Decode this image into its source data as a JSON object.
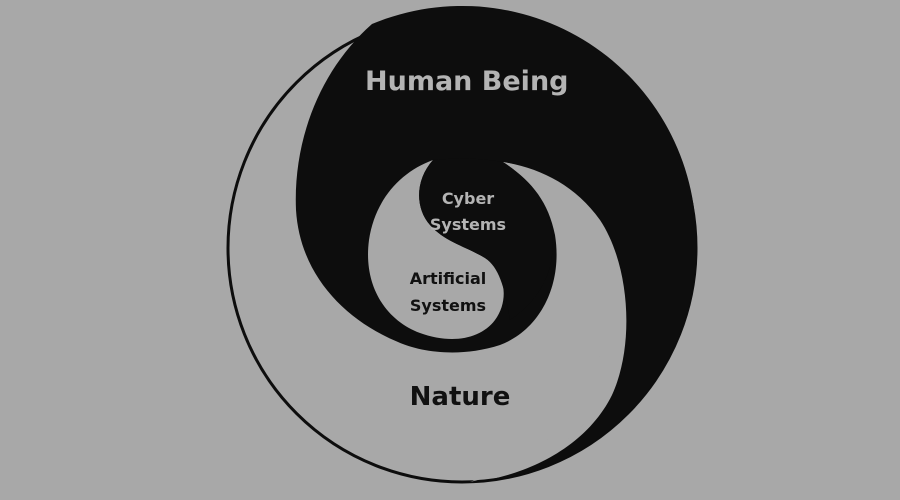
{
  "diagram": {
    "type": "nested yin-yang spiral",
    "colors": {
      "background": "#a8a8a8",
      "dark": "#0d0d0d",
      "light_text": "#b4b4b4",
      "dark_text": "#111111"
    },
    "regions": [
      {
        "id": "human-being",
        "label": "Human Being",
        "fill": "dark"
      },
      {
        "id": "cyber-systems",
        "label_lines": [
          "Cyber",
          "Systems"
        ],
        "fill": "dark"
      },
      {
        "id": "artificial-systems",
        "label_lines": [
          "Artificial",
          "Systems"
        ],
        "fill": "light"
      },
      {
        "id": "nature",
        "label": "Nature",
        "fill": "light"
      }
    ]
  },
  "labels": {
    "human_being": "Human Being",
    "cyber_line1": "Cyber",
    "cyber_line2": "Systems",
    "artificial_line1": "Artificial",
    "artificial_line2": "Systems",
    "nature": "Nature"
  }
}
